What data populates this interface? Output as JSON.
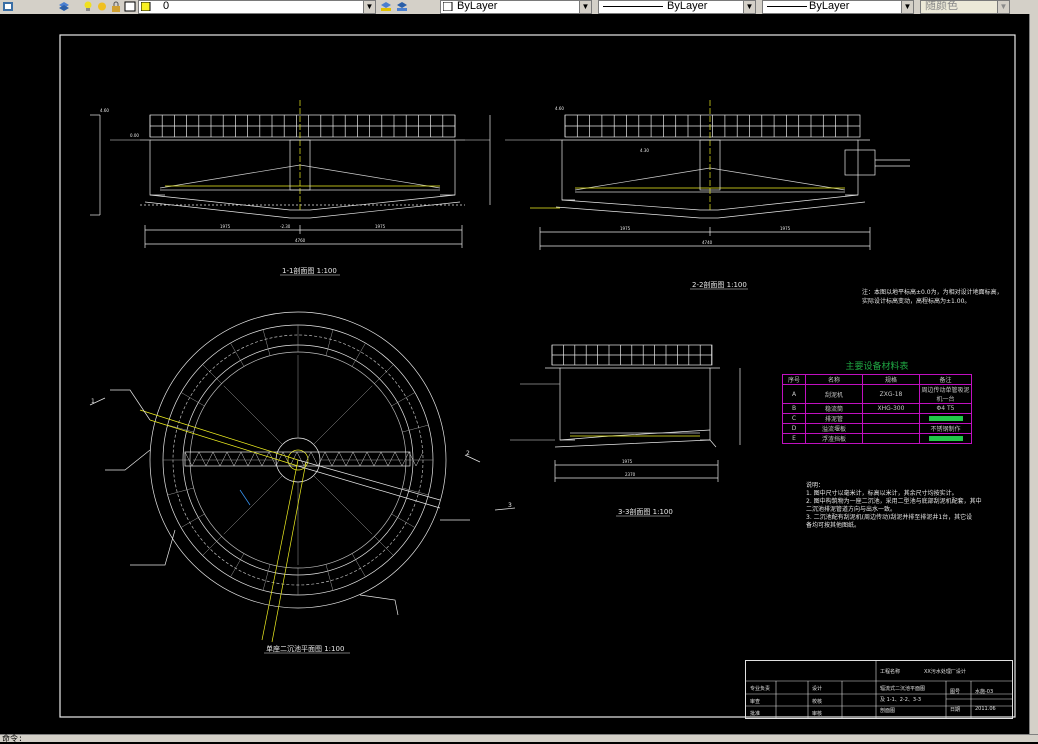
{
  "toolbar": {
    "layer_value": "0",
    "color_value": "ByLayer",
    "linetype_value": "ByLayer",
    "lineweight_value": "ByLayer",
    "plotstyle_value": "随颜色"
  },
  "drawing": {
    "section_titles": {
      "s1": "1-1剖面图  1:100",
      "s2": "2-2剖面图  1:100",
      "s3": "3-3剖面图  1:100",
      "plan": "单座二沉池平面图  1:100"
    },
    "notes_top": {
      "line1": "注：本图以地平标高±0.0为，为相对设计地面标高，",
      "line2": "实际设计标高变动，高程标高为±1.00。"
    },
    "legend": {
      "title": "主要设备材料表",
      "headers": [
        "序号",
        "名称",
        "规格",
        "备注"
      ],
      "rows": [
        [
          "A",
          "刮泥机",
          "ZXG-18",
          "周边传动单管吸泥机一台"
        ],
        [
          "B",
          "稳流筒",
          "XHG-300",
          "Φ4 T5"
        ],
        [
          "C",
          "排泥管",
          "",
          ""
        ],
        [
          "D",
          "溢流堰板",
          "",
          "不锈钢制作"
        ],
        [
          "E",
          "浮渣挡板",
          "",
          ""
        ]
      ]
    },
    "notes": {
      "title": "说明：",
      "items": [
        "1. 图中尺寸以毫米计，标高以米计，其余尺寸均按实计。",
        "2. 图中构筑物为一座二沉池，采用二型池与底部刮泥机配套，其中",
        "   二沉池排泥管道方向与出水一致。",
        "3. 二沉池配有刮泥机(周边传动)刮泥并排至排泥井1台，其它设",
        "   备均可按其他图纸。"
      ]
    },
    "title_block": {
      "project_label": "工程名称",
      "project_name": "XX污水处理厂设计",
      "design": "设计",
      "check": "校核",
      "approve": "审核",
      "drawing_name_1": "辐流式二沉池平面图",
      "drawing_name_2": "及 1-1、2-2、3-3",
      "drawing_name_3": "剖面图",
      "number_label": "图号",
      "number_value": "水施-03",
      "date_label": "日期",
      "date_value": "2011.06",
      "checked_by": "审查",
      "approved_by": "批准",
      "leader": "专业负责"
    },
    "dims": {
      "s1_total": "4760",
      "s1_left": "1975",
      "s1_right": "1975",
      "s2_total": "4740",
      "s2_left": "1975",
      "s2_right": "1975",
      "s3_total": "2370",
      "s3_span": "1975",
      "elev_top": "4.60",
      "elev_water": "4.30",
      "elev_ground": "0.00",
      "elev_bottom": "-2.30",
      "section_mark_1": "1",
      "section_mark_2": "2",
      "section_mark_3": "3"
    }
  },
  "status": {
    "text": "命令:"
  }
}
